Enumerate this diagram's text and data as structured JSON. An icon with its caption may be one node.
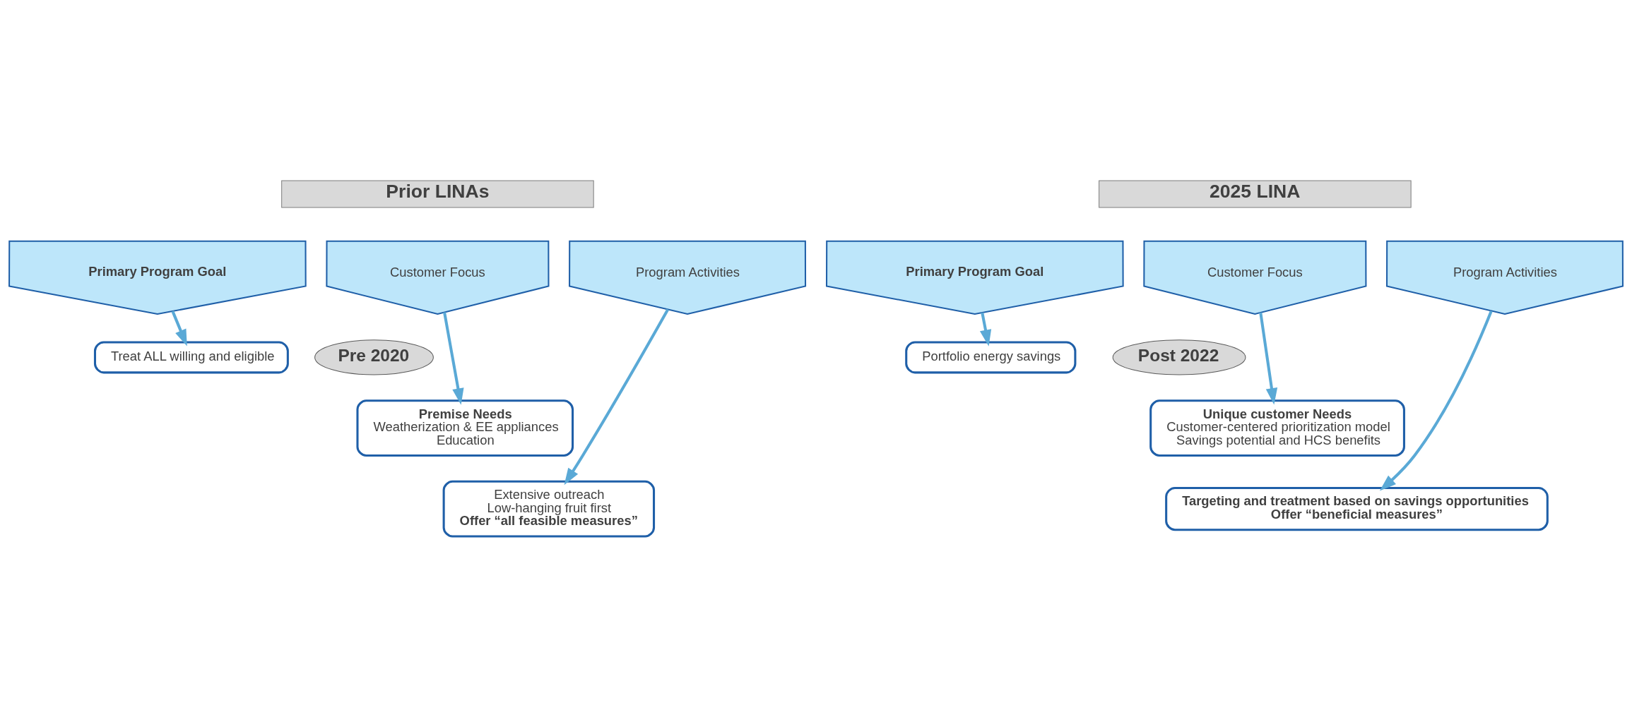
{
  "diagram": {
    "nodes": [
      {
        "text": [
          "Prior LINAs"
        ]
      },
      {
        "text": [
          "Primary Program Goal"
        ]
      },
      {
        "text": [
          "Customer Focus"
        ]
      },
      {
        "text": [
          "Program Activities"
        ]
      },
      {
        "text": [
          "Pre 2020"
        ]
      },
      {
        "text": [
          "Treat ALL willing and eligible"
        ]
      },
      {
        "text": [
          "Premise Needs",
          "Weatherization & EE appliances",
          "Education"
        ]
      },
      {
        "text": [
          "Extensive outreach",
          "Low-hanging fruit first",
          "Offer “all feasible measures”"
        ]
      },
      {
        "text": [
          "2025 LINA"
        ]
      },
      {
        "text": [
          "Primary Program Goal"
        ]
      },
      {
        "text": [
          "Customer Focus"
        ]
      },
      {
        "text": [
          "Program Activities"
        ]
      },
      {
        "text": [
          "Post 2022"
        ]
      },
      {
        "text": [
          "Portfolio energy savings"
        ]
      },
      {
        "text": [
          "Unique customer Needs",
          "Customer-centered prioritization model",
          "Savings potential and HCS benefits"
        ]
      },
      {
        "text": [
          "Targeting and treatment based on savings opportunities",
          "Offer “beneficial measures”"
        ]
      }
    ],
    "edges": [
      {
        "from": 1,
        "to": 5,
        "arrow": "to"
      },
      {
        "from": 2,
        "to": 6,
        "arrow": "to"
      },
      {
        "from": 3,
        "to": 7,
        "arrow": "to"
      },
      {
        "from": 9,
        "to": 13,
        "arrow": "to"
      },
      {
        "from": 10,
        "to": 14,
        "arrow": "to"
      },
      {
        "from": 11,
        "to": 15,
        "arrow": "to"
      }
    ]
  }
}
